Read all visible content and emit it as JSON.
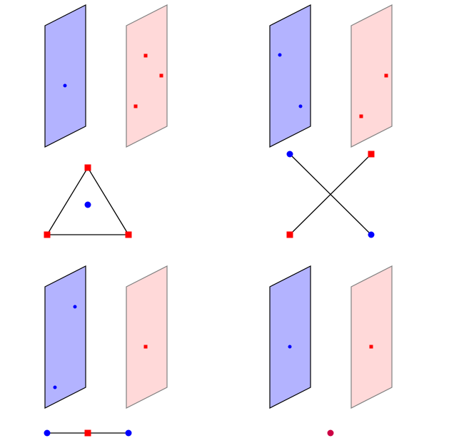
{
  "colors": {
    "blue_plane_fill": "#b3b3ff",
    "blue_plane_stroke": "#000000",
    "red_plane_fill": "#ffd9d9",
    "red_plane_stroke": "#808080",
    "blue_point": "#0000ff",
    "red_point": "#ff0000",
    "merged_point": "#cc0044",
    "edge": "#000000"
  },
  "panels": [
    {
      "blue_points": 1,
      "red_points": 3,
      "graph": "triangle-with-center"
    },
    {
      "blue_points": 2,
      "red_points": 2,
      "graph": "crossing-segments"
    },
    {
      "blue_points": 2,
      "red_points": 1,
      "graph": "segment-with-midpoint"
    },
    {
      "blue_points": 1,
      "red_points": 1,
      "graph": "single-merged-point"
    }
  ]
}
